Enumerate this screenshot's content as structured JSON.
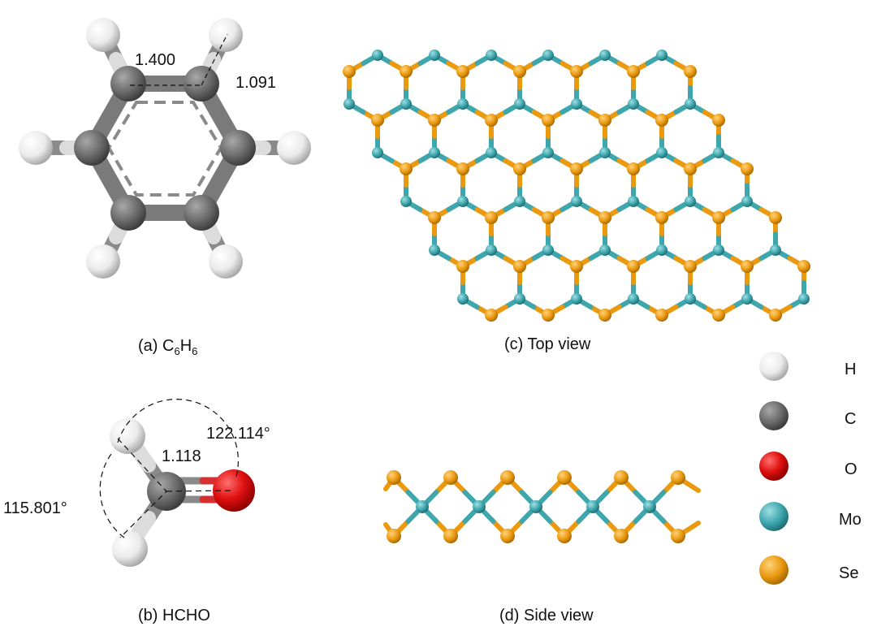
{
  "captions": {
    "a_prefix": "(a) ",
    "a_C": "C",
    "a_sub1": "6",
    "a_H": "H",
    "a_sub2": "6",
    "b": "(b) HCHO",
    "c": "(c) Top view",
    "d": "(d) Side view"
  },
  "benzene": {
    "bond_cc": "1.400",
    "bond_ch": "1.091"
  },
  "hcho": {
    "bond_ch": "1.118",
    "angle_hco": "122.114°",
    "angle_hch": "115.801°"
  },
  "legend": [
    {
      "symbol": "H",
      "color": "#f2f2f2"
    },
    {
      "symbol": "C",
      "color": "#6b6b6b"
    },
    {
      "symbol": "O",
      "color": "#e01010"
    },
    {
      "symbol": "Mo",
      "color": "#3ea6ad"
    },
    {
      "symbol": "Se",
      "color": "#eb9a10"
    }
  ],
  "colors": {
    "H": "#f2f2f2",
    "C": "#6b6b6b",
    "O": "#e01010",
    "Mo": "#3ea6ad",
    "Se": "#eb9a10"
  }
}
